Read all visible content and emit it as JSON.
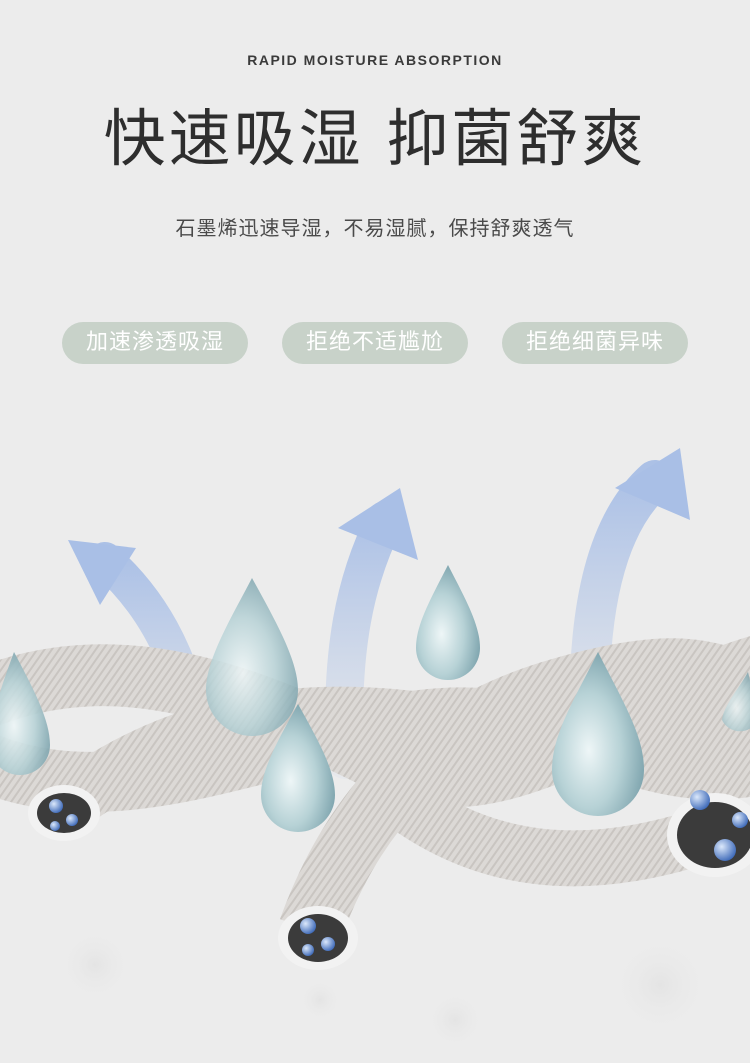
{
  "header": {
    "subtitle_en": "RAPID MOISTURE ABSORPTION",
    "title": "快速吸湿 抑菌舒爽",
    "description": "石墨烯迅速导湿，不易湿腻，保持舒爽透气"
  },
  "tags": [
    {
      "label": "加速渗透吸湿"
    },
    {
      "label": "拒绝不适尴尬"
    },
    {
      "label": "拒绝细菌异味"
    }
  ],
  "colors": {
    "background": "#ececec",
    "tag_background": "#c8d2c9",
    "arrow": "#b3c6e6",
    "fiber": "#d9d6d3",
    "droplet": "#a9c7cc",
    "bubble": "#5f86c9"
  },
  "icons": [
    "up-arrow-icon",
    "water-droplet-icon",
    "fiber-tube-icon",
    "bubble-icon"
  ]
}
